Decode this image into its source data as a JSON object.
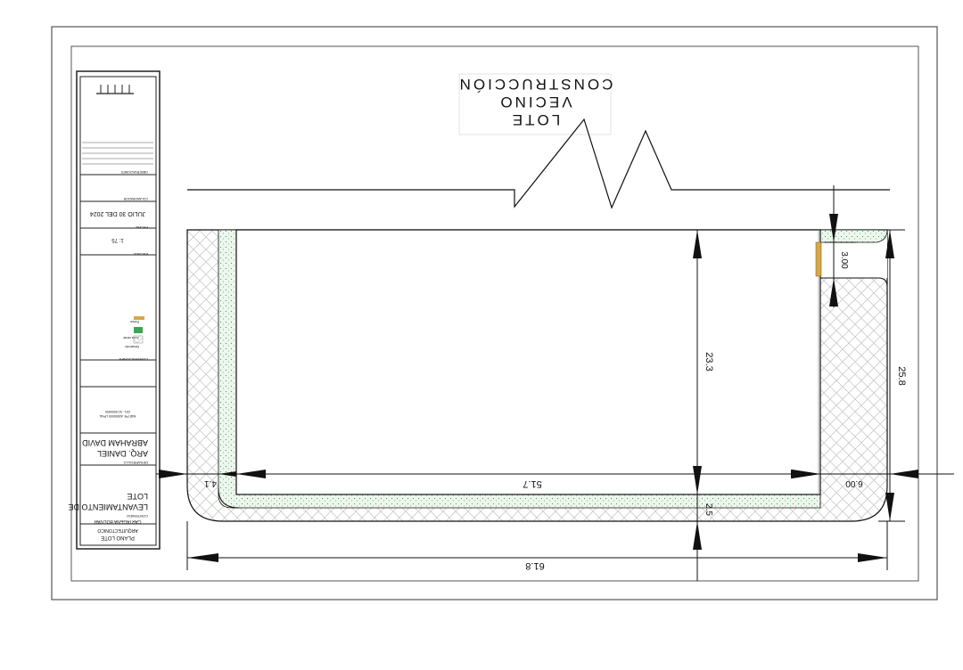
{
  "neighbor_lot": {
    "line1": "LOTE",
    "line2": "VECINO",
    "line3": "CONSTRUCCIÓN"
  },
  "dimensions": {
    "overall_width": "61.8",
    "inner_width": "51.7",
    "inner_height": "23.3",
    "right_height": "25.8",
    "entrance_width": "3.00",
    "right_setback": "6.00",
    "bottom_strip": "2.5",
    "left_setback": "4.1"
  },
  "title_block": {
    "plan_title": "PLANO LOTE",
    "plan_type": "ARQUITECTONICO",
    "location": "CARTAGENA BOLIVAR",
    "content_label": "CONTENIDO",
    "content_line1": "LEVANTAMIENTO DE",
    "content_line2": "LOTE",
    "developed_label": "DESARROLLO",
    "designer_line1": "ARQ. DANIEL",
    "designer_line2": "ABRAHAM DAVID",
    "mp_line1": "MAT.PR. A0000000 LPNA",
    "mp_line2": "CEL. 3174000000",
    "conventions_label": "CONVENCIONES",
    "legend": [
      "Desarrollo",
      "Zona verde",
      "Porton"
    ],
    "scale_label": "ESCALA",
    "scale_value": "1: 75",
    "date_label": "FECHA",
    "date_value": "JULIO 30 DEL 2024",
    "collaborators_label": "COLABORADOR",
    "observations_label": "OBSERVACIONES"
  },
  "colors": {
    "line": "#111111",
    "green_zone": "#3aa655",
    "gate": "#d4a84b",
    "border": "#555555"
  }
}
